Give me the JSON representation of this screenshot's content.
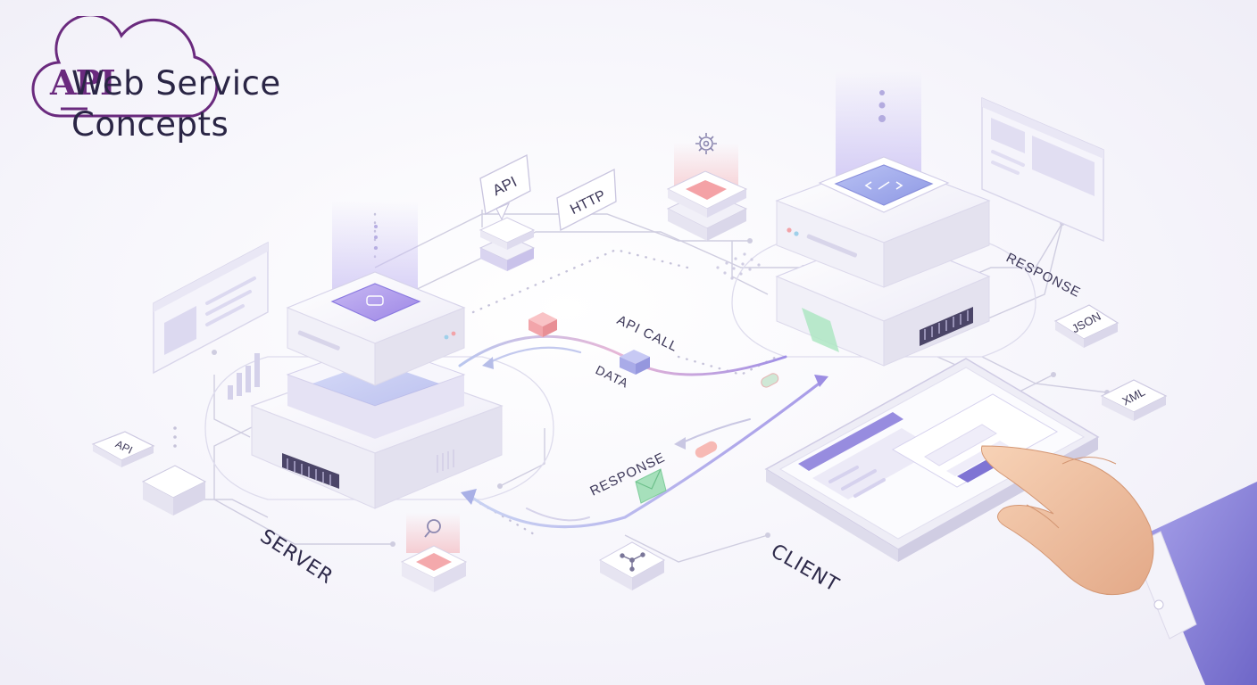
{
  "title": {
    "line1": "Web Service",
    "line2": "Concepts",
    "logo_text": "API"
  },
  "labels": {
    "server": "SERVER",
    "client": "CLIENT",
    "api_call": "API CALL",
    "data": "DATA",
    "response_flow": "RESPONSE",
    "response_top": "RESPONSE",
    "json": "JSON",
    "xml": "XML",
    "api_tag_top": "API",
    "http_tag": "HTTP",
    "api_tag_left": "API"
  },
  "colors": {
    "accent_purple": "#8a79e0",
    "logo_purple": "#6a2a7e",
    "text_dark": "#2a2545",
    "alert_red": "#f2a3a8",
    "ok_green": "#8fd6a8"
  },
  "icons": [
    "cloud-icon",
    "gear-icon",
    "search-icon",
    "share-icon",
    "envelope-icon",
    "code-icon",
    "chip-icon",
    "pointing-hand-icon"
  ]
}
